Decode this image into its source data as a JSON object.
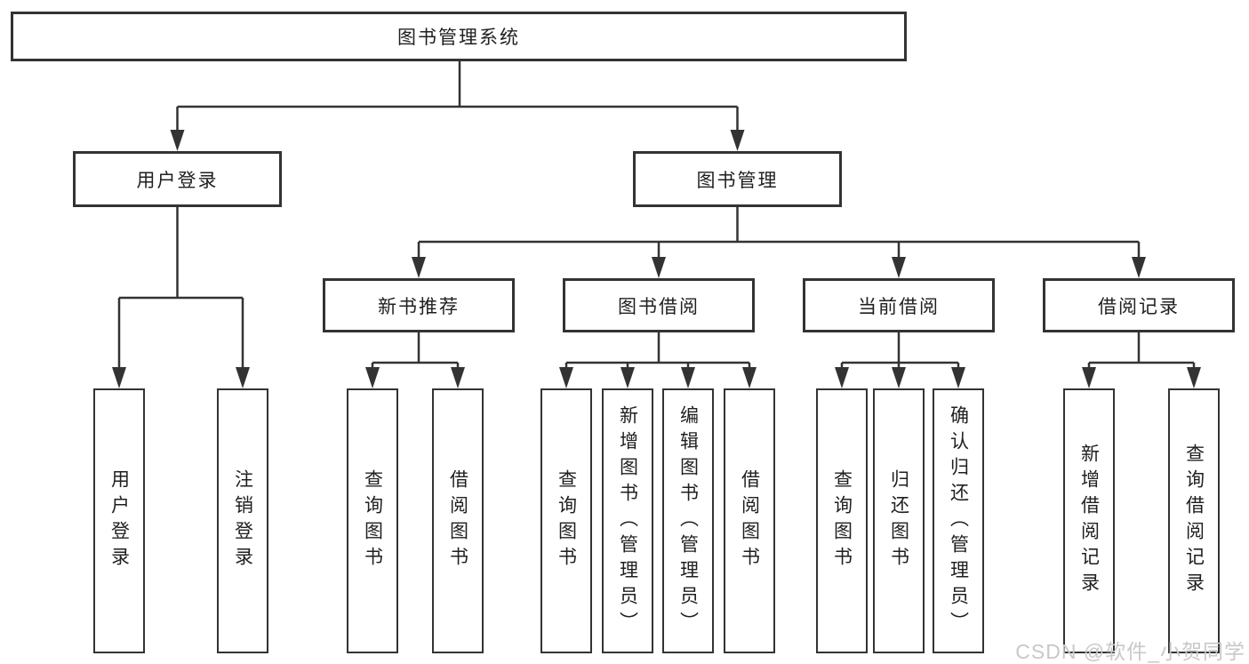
{
  "diagram": {
    "root": {
      "label": "图书管理系统"
    },
    "level2": [
      {
        "label": "用户登录"
      },
      {
        "label": "图书管理"
      }
    ],
    "level3": [
      {
        "label": "新书推荐"
      },
      {
        "label": "图书借阅"
      },
      {
        "label": "当前借阅"
      },
      {
        "label": "借阅记录"
      }
    ],
    "leaves": {
      "user_login": [
        "用户登录",
        "注销登录"
      ],
      "new_book": [
        "查询图书",
        "借阅图书"
      ],
      "book_borrow": [
        "查询图书",
        "新增图书（管理员）",
        "编辑图书（管理员）",
        "借阅图书"
      ],
      "current_borrow": [
        "查询图书",
        "归还图书",
        "确认归还（管理员）"
      ],
      "borrow_records": [
        "新增借阅记录",
        "查询借阅记录"
      ]
    }
  },
  "watermark": {
    "text": "CSDN @软件_小贺同学",
    "color": "#c8c8c8"
  },
  "colors": {
    "line": "#333333",
    "box_fill": "#ffffff",
    "text": "#1f1f1f"
  }
}
